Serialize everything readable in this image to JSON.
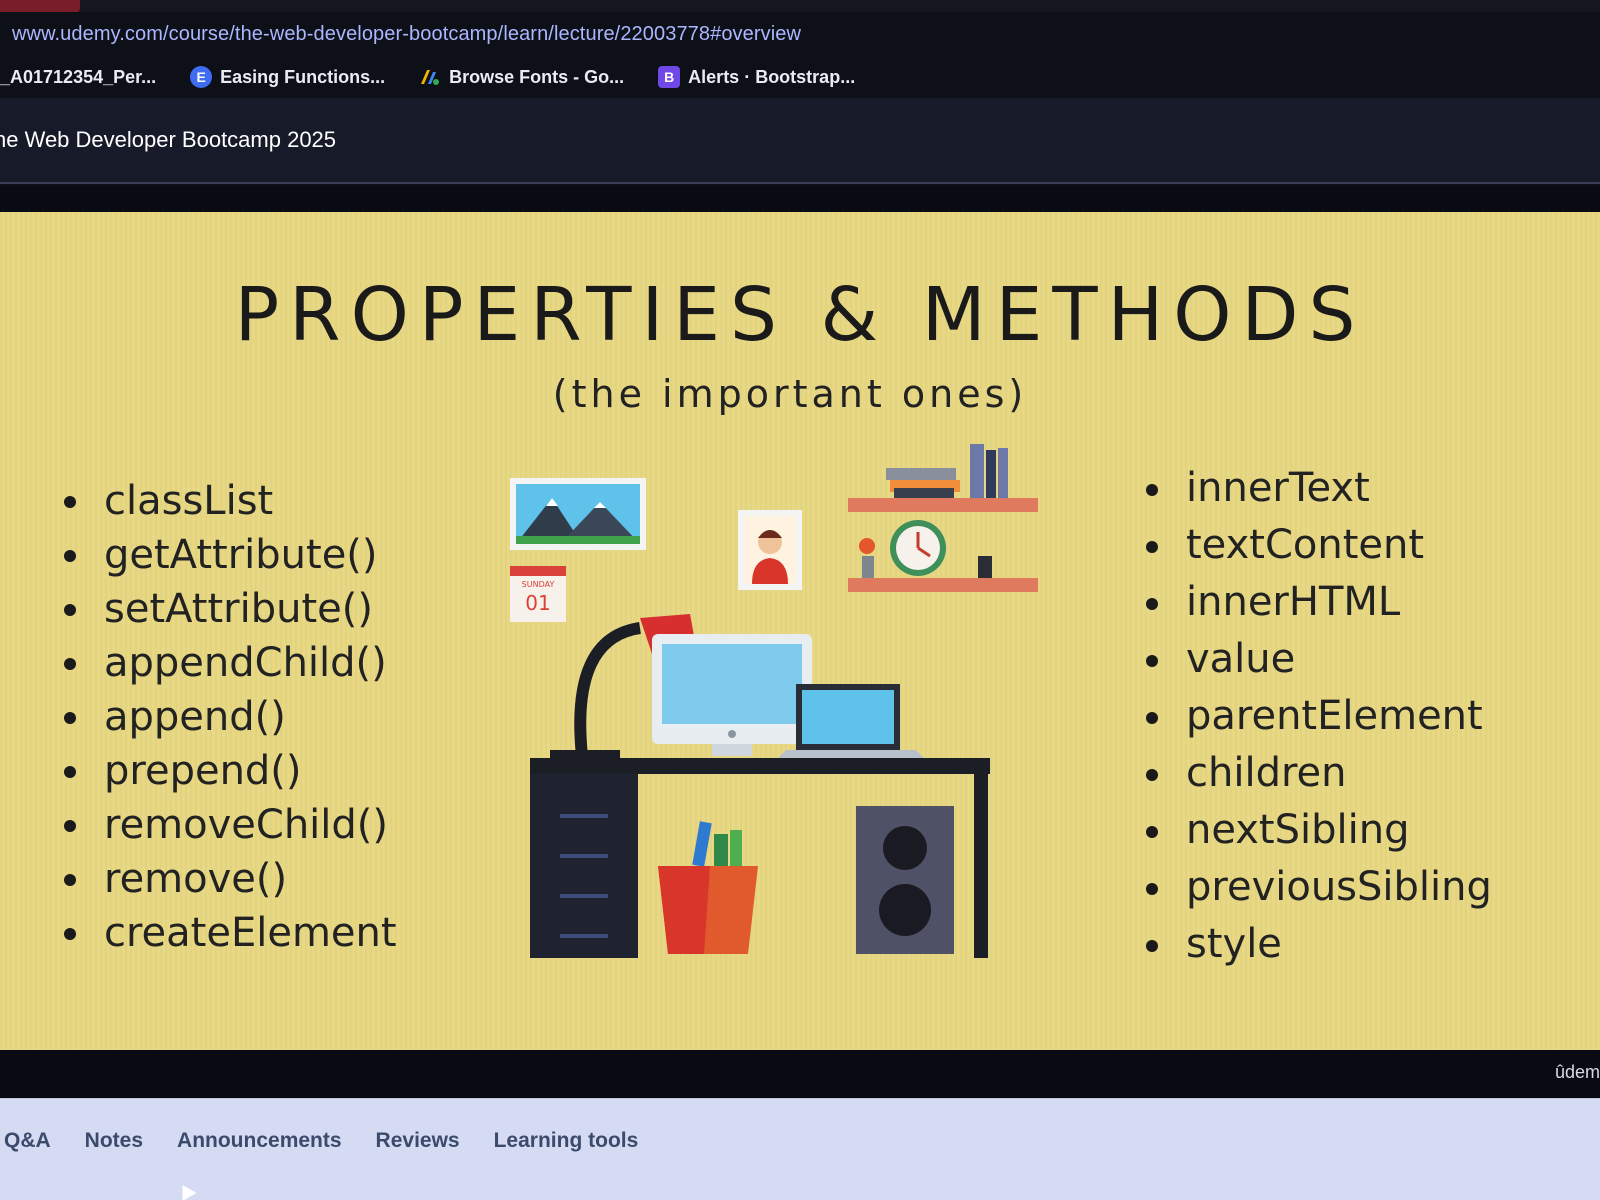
{
  "browser": {
    "url": "www.udemy.com/course/the-web-developer-bootcamp/learn/lecture/22003778#overview",
    "bookmarks": [
      {
        "label": "_A01712354_Per...",
        "icon": "none"
      },
      {
        "label": "Easing Functions...",
        "icon": "easing-icon"
      },
      {
        "label": "Browse Fonts - Go...",
        "icon": "google-fonts-icon"
      },
      {
        "label": "Alerts · Bootstrap...",
        "icon": "bootstrap-icon"
      }
    ]
  },
  "course": {
    "title": "ne Web Developer Bootcamp 2025"
  },
  "slide": {
    "title": "PROPERTIES & METHODS",
    "subtitle": "(the important ones)",
    "calendar_day": "SUNDAY",
    "calendar_date": "01",
    "left_list": [
      "classList",
      "getAttribute()",
      "setAttribute()",
      "appendChild()",
      "append()",
      "prepend()",
      "removeChild()",
      "remove()",
      "createElement"
    ],
    "right_list": [
      "innerText",
      "textContent",
      "innerHTML",
      "value",
      "parentElement",
      "children",
      "nextSibling",
      "previousSibling",
      "style"
    ]
  },
  "player": {
    "watermark": "ûdem"
  },
  "tabs": [
    "Q&A",
    "Notes",
    "Announcements",
    "Reviews",
    "Learning tools"
  ],
  "colors": {
    "slide_bg": "#ead77f",
    "accent_link": "#aab6ff"
  }
}
